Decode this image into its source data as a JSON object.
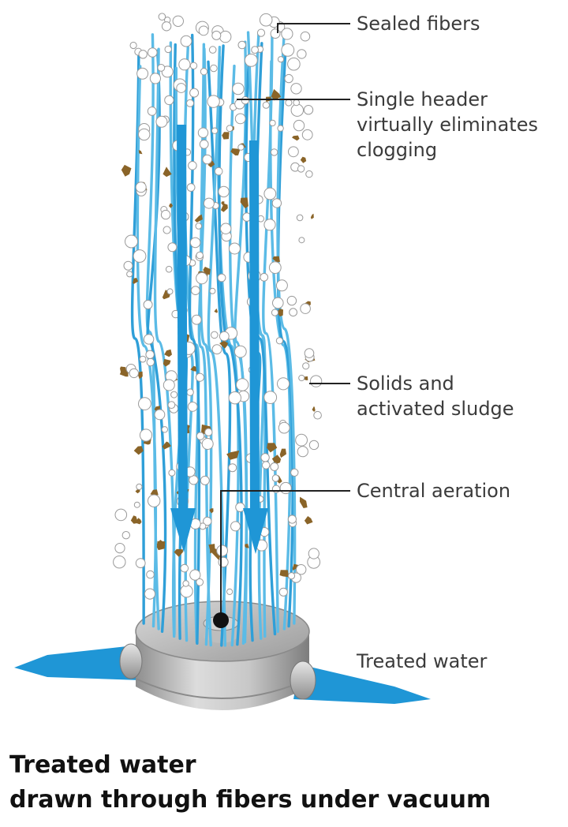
{
  "diagram": {
    "callouts": [
      {
        "id": "sealed-fibers",
        "lines": [
          "Sealed fibers"
        ]
      },
      {
        "id": "single-header",
        "lines": [
          "Single header",
          "virtually eliminates",
          "clogging"
        ]
      },
      {
        "id": "solids",
        "lines": [
          "Solids and",
          "activated sludge"
        ]
      },
      {
        "id": "central-aeration",
        "lines": [
          "Central aeration"
        ]
      },
      {
        "id": "treated-water",
        "lines": [
          "Treated water"
        ]
      }
    ],
    "caption": {
      "line1": "Treated water",
      "line2": "drawn through fibers under vacuum"
    }
  },
  "colors": {
    "fiber": "#5bbbe6",
    "fiber_dark": "#2f9fd8",
    "flow_arrow": "#1f96d6",
    "sludge": "#8a6428",
    "bubble_stroke": "#9a9a9a",
    "header_metal": "#b9b9b9",
    "leader_line": "#222222"
  }
}
